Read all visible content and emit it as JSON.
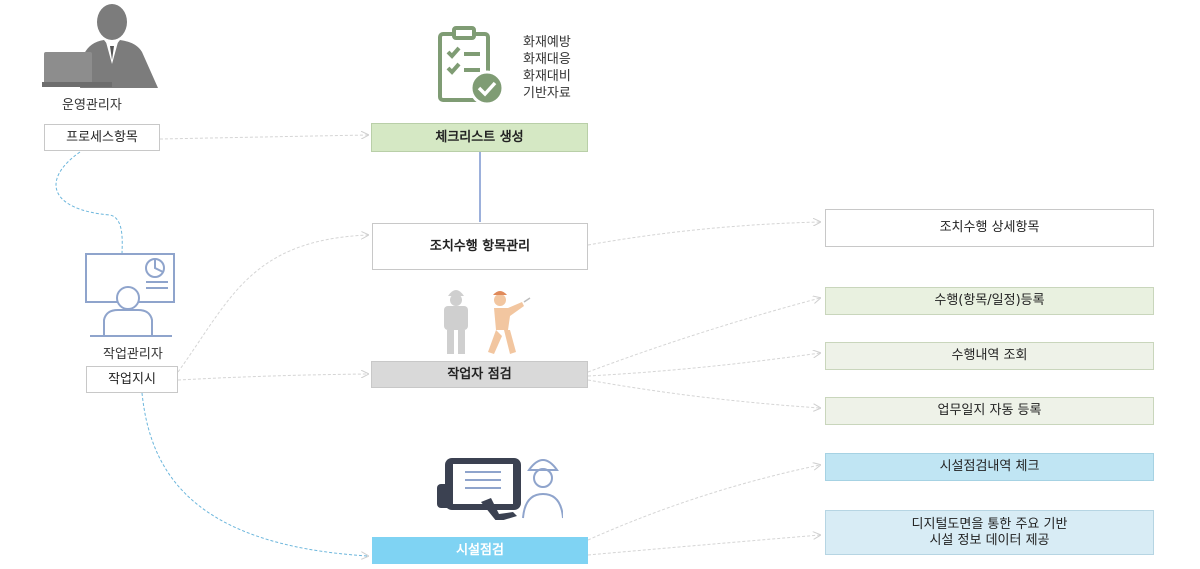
{
  "left": {
    "operator_label": "운영관리자",
    "process_items_label": "프로세스항목",
    "work_manager_label": "작업관리자",
    "work_order_label": "작업지시"
  },
  "middle": {
    "checklist_types": [
      "화재예방",
      "화재대응",
      "화재대비",
      "기반자료"
    ],
    "create_checklist_label": "체크리스트 생성",
    "action_item_mgmt_label": "조치수행 항목관리",
    "worker_inspection_label": "작업자 점검",
    "facility_inspection_label": "시설점검"
  },
  "right": {
    "action_detail_label": "조치수행 상세항목",
    "register_label": "수행(항목/일정)등록",
    "history_label": "수행내역 조회",
    "daily_log_label": "업무일지 자동 등록",
    "facility_check_label": "시설점검내역 체크",
    "digital_drawing_label": "디지털도면을 통한 주요 기반\n시설 정보 데이터 제공"
  },
  "colors": {
    "green_fill": "#d5e8c4",
    "light_green_fill": "#e9f1e0",
    "pale_green_fill": "#eef2e8",
    "gray_fill": "#d9d9d9",
    "blue_fill": "#7fd3f3",
    "light_blue_fill": "#c0e5f3",
    "pale_blue_fill": "#d8ecf5",
    "icon_green": "#7f9c74",
    "icon_blue": "#8fa4cc",
    "icon_gray": "#8a8a8a"
  }
}
